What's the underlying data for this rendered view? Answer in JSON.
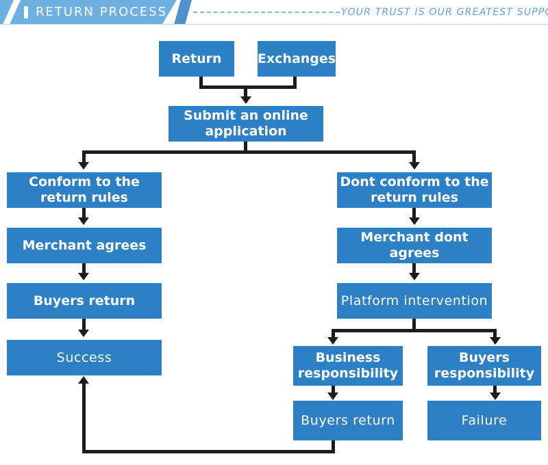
{
  "header": {
    "title": "RETURN PROCESS",
    "tagline": "YOUR TRUST IS OUR GREATEST SUPPORT",
    "band_color": "#6FB0E2",
    "chevron_color": "#4E91CE",
    "tagline_color": "#5C9FDA",
    "dash_color": "#7FB6E4"
  },
  "palette": {
    "node_fill": "#2E80C4",
    "node_text": "#FFFFFF",
    "connector": "#1C1C1C",
    "page_background": "#FFFFFF"
  },
  "flow": {
    "nodes": {
      "return": "Return",
      "exchanges": "Exchanges",
      "submit": "Submit an online application",
      "conform": "Conform to the return rules",
      "dont_conform": "Dont conform to the return rules",
      "merchant_agrees": "Merchant agrees",
      "merchant_dont_agrees": "Merchant dont agrees",
      "buyers_return_left": "Buyers return",
      "platform_intervention": "Platform intervention",
      "success": "Success",
      "business_responsibility": "Business responsibility",
      "buyers_responsibility": "Buyers responsibility",
      "buyers_return_right": "Buyers return",
      "failure": "Failure"
    }
  }
}
